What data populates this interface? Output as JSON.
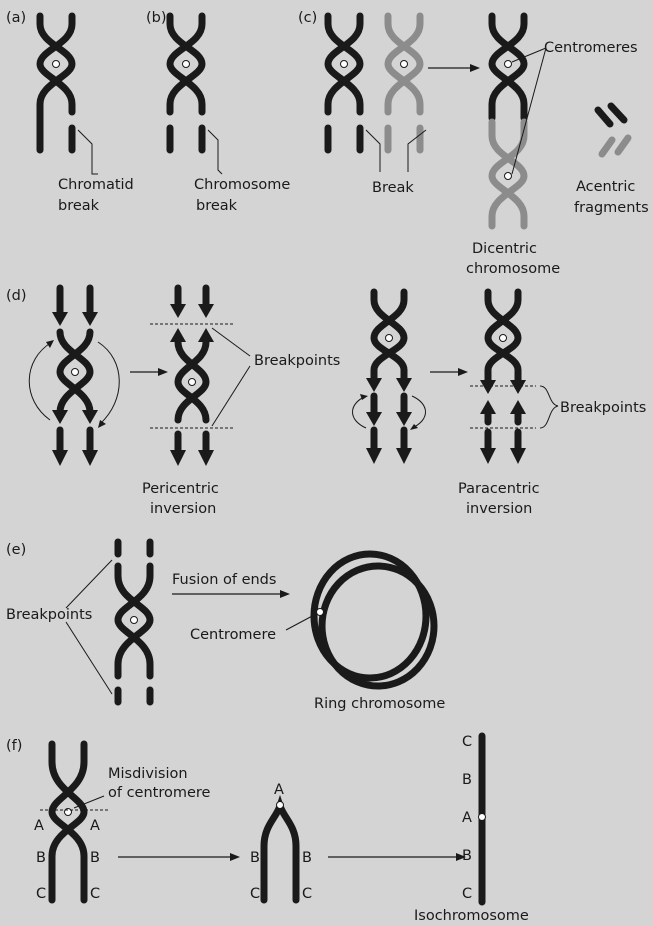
{
  "panels": {
    "a": {
      "label": "(a)",
      "caption_line1": "Chromatid",
      "caption_line2": "break"
    },
    "b": {
      "label": "(b)",
      "caption_line1": "Chromosome",
      "caption_line2": "break"
    },
    "c": {
      "label": "(c)",
      "break_label": "Break",
      "centromeres_label": "Centromeres",
      "dicentric_line1": "Dicentric",
      "dicentric_line2": "chromosome",
      "acentric_line1": "Acentric",
      "acentric_line2": "fragments"
    },
    "d": {
      "label": "(d)",
      "breakpoints_left": "Breakpoints",
      "breakpoints_right": "Breakpoints",
      "pericentric_line1": "Pericentric",
      "pericentric_line2": "inversion",
      "paracentric_line1": "Paracentric",
      "paracentric_line2": "inversion"
    },
    "e": {
      "label": "(e)",
      "breakpoints": "Breakpoints",
      "fusion": "Fusion of ends",
      "centromere": "Centromere",
      "ring": "Ring chromosome"
    },
    "f": {
      "label": "(f)",
      "misdivision_line1": "Misdivision",
      "misdivision_line2": "of centromere",
      "letter_a": "A",
      "letter_b": "B",
      "letter_c": "C",
      "isochromosome": "Isochromosome"
    }
  },
  "colors": {
    "background": "#d4d4d4",
    "chromosome": "#1a1a1a",
    "chromosome_grey": "#8c8c8c",
    "centromere": "#ffffff"
  }
}
